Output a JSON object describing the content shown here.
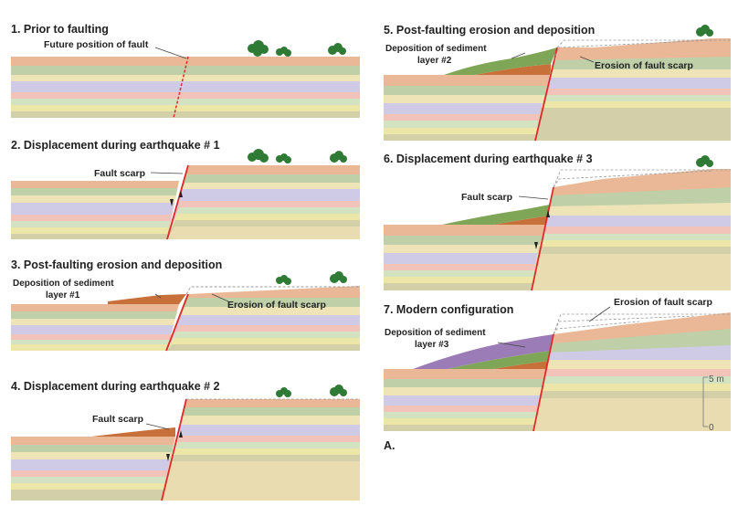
{
  "panels": [
    {
      "title": "1. Prior to faulting",
      "labels": [
        "Future position of fault"
      ]
    },
    {
      "title": "2. Displacement during earthquake # 1",
      "labels": [
        "Fault scarp"
      ]
    },
    {
      "title": "3. Post-faulting erosion and deposition",
      "labels": [
        "Deposition of sediment",
        "layer #1",
        "Erosion of fault scarp"
      ]
    },
    {
      "title": "4. Displacement during earthquake # 2",
      "labels": [
        "Fault scarp"
      ]
    },
    {
      "title": "5. Post-faulting erosion and deposition",
      "labels": [
        "Deposition of sediment",
        "layer #2",
        "Erosion of fault scarp"
      ]
    },
    {
      "title": "6. Displacement during earthquake # 3",
      "labels": [
        "Fault scarp"
      ]
    },
    {
      "title": "7. Modern configuration",
      "labels": [
        "Deposition of sediment",
        "layer #3",
        "Erosion of fault scarp"
      ]
    }
  ],
  "scale_bar": {
    "top": "5 m",
    "bottom": "0"
  },
  "figure_label": "A.",
  "colors": {
    "strata": [
      "#eab896",
      "#bfd0a8",
      "#efe3b8",
      "#cfcbe6",
      "#f2c3b8",
      "#d3e3c2",
      "#ece6a8",
      "#d3cfa8"
    ],
    "fault": "#e02a2a",
    "sediment_1": "#c8703a",
    "sediment_2": "#7fa656",
    "sediment_3": "#9b7cb6",
    "bush": "#2f7a34",
    "guide": "#9a9a9a"
  }
}
